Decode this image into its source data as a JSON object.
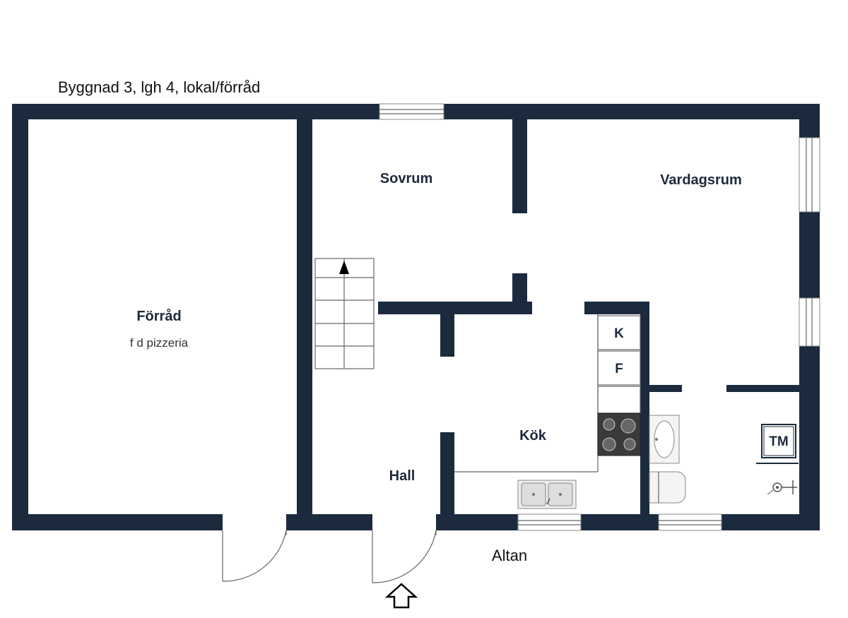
{
  "plan": {
    "title": "Byggnad 3, lgh 4, lokal/förråd",
    "rooms": {
      "forrad": "Förråd",
      "forrad_note": "f d pizzeria",
      "sovrum": "Sovrum",
      "vardagsrum": "Vardagsrum",
      "kok": "Kök",
      "hall": "Hall"
    },
    "appliances": {
      "fridge": "K",
      "freezer": "F",
      "washer": "TM"
    },
    "outside": "Altan"
  },
  "colors": {
    "wall": "#1b2a3d"
  }
}
